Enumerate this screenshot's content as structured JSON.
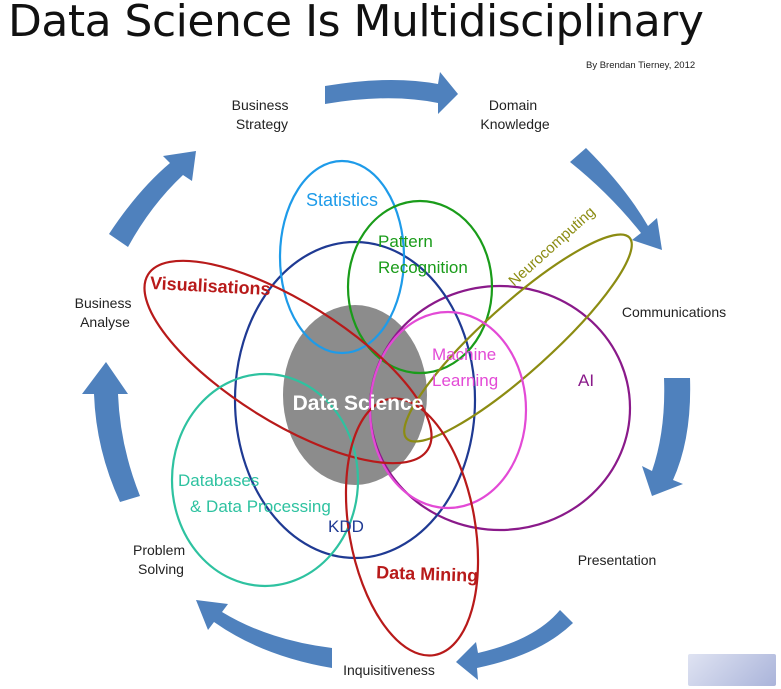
{
  "header": {
    "title": "Data Science Is Multidisciplinary",
    "byline": "By Brendan Tierney, 2012"
  },
  "cycle": {
    "arrow_color": "#4f81bd",
    "stages": [
      {
        "id": "business-strategy",
        "lines": [
          "Business",
          "Strategy"
        ]
      },
      {
        "id": "domain-knowledge",
        "lines": [
          "Domain",
          "Knowledge"
        ]
      },
      {
        "id": "communications",
        "lines": [
          "Communications"
        ]
      },
      {
        "id": "presentation",
        "lines": [
          "Presentation"
        ]
      },
      {
        "id": "inquisitiveness",
        "lines": [
          "Inquisitiveness"
        ]
      },
      {
        "id": "problem-solving",
        "lines": [
          "Problem",
          "Solving"
        ]
      },
      {
        "id": "business-analyse",
        "lines": [
          "Business",
          "Analyse"
        ]
      }
    ]
  },
  "disciplines": {
    "center": {
      "label": "Data Science",
      "fill": "#8c8c8c",
      "text_color": "#ffffff"
    },
    "kdd": {
      "label": "KDD",
      "color": "#1f3a93"
    },
    "statistics": {
      "label": "Statistics",
      "color": "#1e9be9"
    },
    "pattern_recognition": {
      "lines": [
        "Pattern",
        "Recognition"
      ],
      "color": "#1a9c1a"
    },
    "neurocomputing": {
      "label": "Neurocomputing",
      "color": "#8c8c12"
    },
    "machine_learning": {
      "lines": [
        "Machine",
        "Learning"
      ],
      "color": "#e34ad6"
    },
    "ai": {
      "label": "AI",
      "color": "#8a1a8a"
    },
    "visualisations": {
      "label": "Visualisations",
      "color": "#b81a1a"
    },
    "databases": {
      "lines": [
        "Databases",
        "& Data Processing"
      ],
      "color": "#2ec2a0"
    },
    "data_mining": {
      "label": "Data Mining",
      "color": "#b81a1a"
    }
  }
}
